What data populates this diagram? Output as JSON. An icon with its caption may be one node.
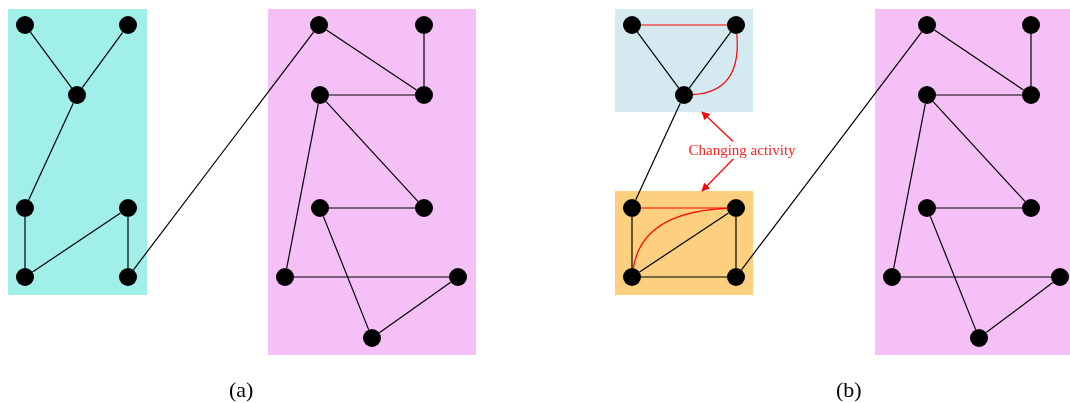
{
  "diagram": {
    "nodes": [
      {
        "text": [],
        "shape": "box"
      },
      {
        "text": [],
        "shape": "circle",
        "in": 0
      },
      {
        "text": [],
        "shape": "circle",
        "in": 0
      },
      {
        "text": [],
        "shape": "circle",
        "in": 0
      },
      {
        "text": [],
        "shape": "circle",
        "in": 0
      },
      {
        "text": [],
        "shape": "circle",
        "in": 0
      },
      {
        "text": [],
        "shape": "circle",
        "in": 0
      },
      {
        "text": [],
        "shape": "circle",
        "in": 0
      },
      {
        "text": [],
        "shape": "box"
      },
      {
        "text": [],
        "shape": "circle",
        "in": 8
      },
      {
        "text": [],
        "shape": "circle",
        "in": 8
      },
      {
        "text": [],
        "shape": "circle",
        "in": 8
      },
      {
        "text": [],
        "shape": "circle",
        "in": 8
      },
      {
        "text": [],
        "shape": "circle",
        "in": 8
      },
      {
        "text": [],
        "shape": "circle",
        "in": 8
      },
      {
        "text": [],
        "shape": "circle",
        "in": 8
      },
      {
        "text": [],
        "shape": "circle",
        "in": 8
      },
      {
        "text": [],
        "shape": "circle",
        "in": 8
      },
      {
        "text": [],
        "shape": "box"
      },
      {
        "text": [],
        "shape": "circle",
        "in": 18
      },
      {
        "text": [],
        "shape": "circle",
        "in": 18
      },
      {
        "text": [],
        "shape": "circle",
        "in": 18
      },
      {
        "text": [],
        "shape": "box"
      },
      {
        "text": [],
        "shape": "circle",
        "in": 22
      },
      {
        "text": [],
        "shape": "circle",
        "in": 22
      },
      {
        "text": [],
        "shape": "circle",
        "in": 22
      },
      {
        "text": [],
        "shape": "circle",
        "in": 22
      },
      {
        "text": [],
        "shape": "box"
      },
      {
        "text": [],
        "shape": "circle",
        "in": 27
      },
      {
        "text": [],
        "shape": "circle",
        "in": 27
      },
      {
        "text": [],
        "shape": "circle",
        "in": 27
      },
      {
        "text": [],
        "shape": "circle",
        "in": 27
      },
      {
        "text": [],
        "shape": "circle",
        "in": 27
      },
      {
        "text": [],
        "shape": "circle",
        "in": 27
      },
      {
        "text": [],
        "shape": "circle",
        "in": 27
      },
      {
        "text": [],
        "shape": "circle",
        "in": 27
      },
      {
        "text": [],
        "shape": "circle",
        "in": 27
      },
      {
        "text": [
          "Changing activity"
        ]
      }
    ],
    "edges": [
      {
        "from": 1,
        "to": 3,
        "arrow": "none"
      },
      {
        "from": 2,
        "to": 3,
        "arrow": "none"
      },
      {
        "from": 3,
        "to": 4,
        "arrow": "none"
      },
      {
        "from": 4,
        "to": 6,
        "arrow": "none"
      },
      {
        "from": 6,
        "to": 5,
        "arrow": "none"
      },
      {
        "from": 5,
        "to": 7,
        "arrow": "none"
      },
      {
        "from": 7,
        "to": 9,
        "arrow": "none"
      },
      {
        "from": 9,
        "to": 12,
        "arrow": "none"
      },
      {
        "from": 10,
        "to": 12,
        "arrow": "none"
      },
      {
        "from": 11,
        "to": 12,
        "arrow": "none"
      },
      {
        "from": 11,
        "to": 14,
        "arrow": "none"
      },
      {
        "from": 11,
        "to": 15,
        "arrow": "none"
      },
      {
        "from": 13,
        "to": 14,
        "arrow": "none"
      },
      {
        "from": 13,
        "to": 17,
        "arrow": "none"
      },
      {
        "from": 15,
        "to": 16,
        "arrow": "none"
      },
      {
        "from": 16,
        "to": 17,
        "arrow": "none"
      },
      {
        "from": 19,
        "to": 20,
        "arrow": "none",
        "color": "#ff0000"
      },
      {
        "from": 19,
        "to": 21,
        "arrow": "none"
      },
      {
        "from": 20,
        "to": 21,
        "arrow": "none"
      },
      {
        "from": 20,
        "to": 21,
        "arrow": "none",
        "color": "#ff0000"
      },
      {
        "from": 23,
        "to": 24,
        "arrow": "none",
        "color": "#ff0000"
      },
      {
        "from": 23,
        "to": 25,
        "arrow": "none"
      },
      {
        "from": 25,
        "to": 24,
        "arrow": "none"
      },
      {
        "from": 25,
        "to": 24,
        "arrow": "none",
        "color": "#ff0000"
      },
      {
        "from": 25,
        "to": 26,
        "arrow": "none"
      },
      {
        "from": 24,
        "to": 26,
        "arrow": "none"
      },
      {
        "from": 21,
        "to": 23,
        "arrow": "none"
      },
      {
        "from": 26,
        "to": 28,
        "arrow": "none"
      },
      {
        "from": 28,
        "to": 31,
        "arrow": "none"
      },
      {
        "from": 29,
        "to": 31,
        "arrow": "none"
      },
      {
        "from": 30,
        "to": 31,
        "arrow": "none"
      },
      {
        "from": 30,
        "to": 33,
        "arrow": "none"
      },
      {
        "from": 30,
        "to": 34,
        "arrow": "none"
      },
      {
        "from": 32,
        "to": 33,
        "arrow": "none"
      },
      {
        "from": 32,
        "to": 36,
        "arrow": "none"
      },
      {
        "from": 34,
        "to": 35,
        "arrow": "none"
      },
      {
        "from": 35,
        "to": 36,
        "arrow": "none"
      },
      {
        "from": 37,
        "to": 18,
        "arrow": "to",
        "color": "#ff0000"
      },
      {
        "from": 37,
        "to": 22,
        "arrow": "to",
        "color": "#ff0000"
      }
    ],
    "labels": [
      "(a)",
      "(b)"
    ]
  }
}
